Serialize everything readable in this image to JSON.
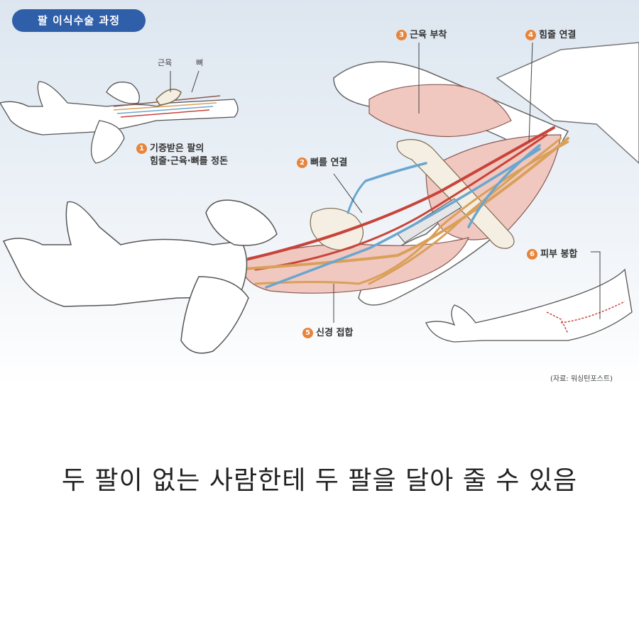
{
  "title": "팔 이식수술 과정",
  "labels": {
    "muscle_small": "근육",
    "bone_small": "뼈",
    "step1_line1": "기증받은 팔의",
    "step1_line2": "힘줄·근육·뼈를 정돈",
    "step2": "뼈를 연결",
    "step3": "근육 부착",
    "step4": "힘줄 연결",
    "step5": "신경 접합",
    "step6": "피부 봉합"
  },
  "step_numbers": [
    "1",
    "2",
    "3",
    "4",
    "5",
    "6"
  ],
  "source": "(자료: 워싱턴포스트)",
  "caption": "두 팔이 없는 사람한테 두 팔을 달아 줄 수 있음",
  "colors": {
    "title_bg": "#2f5fa8",
    "step_badge": "#e8843a",
    "muscle": "#f0c8bf",
    "artery": "#c8433a",
    "vein": "#6aa6cf",
    "tendon": "#d9a05a"
  }
}
